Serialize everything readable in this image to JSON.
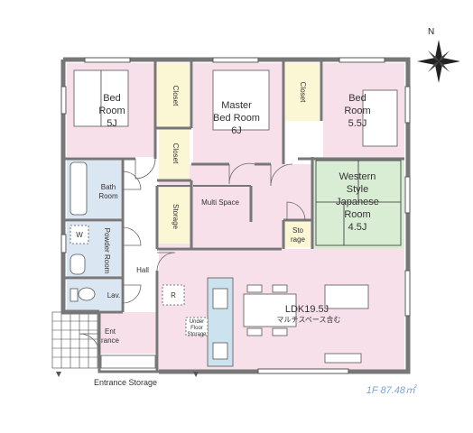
{
  "rooms": {
    "bed_left": {
      "line1": "Bed",
      "line2": "Room",
      "line3": "5J"
    },
    "closet_1": "Closet",
    "master": {
      "line1": "Master",
      "line2": "Bed Room",
      "line3": "6J"
    },
    "closet_2": "Closet",
    "bed_right": {
      "line1": "Bed",
      "line2": "Room",
      "line3": "5.5J"
    },
    "closet_3": "Closet",
    "bath": {
      "line1": "Bath",
      "line2": "Room"
    },
    "multi_space": "Multi Space",
    "storage": "Storage",
    "japanese": {
      "line1": "Western",
      "line2": "Style",
      "line3": "Japanese",
      "line4": "Room",
      "line5": "4.5J"
    },
    "sto_rage": {
      "line1": "Sto",
      "line2": "rage"
    },
    "washer": "W",
    "powder": "Powder Room",
    "hall": "Hall",
    "lav": "Lav.",
    "refrigerator": "R",
    "ldk": {
      "line1": "LDK19.5J",
      "line2": "マルチスペース含む"
    },
    "under_floor": {
      "line1": "Under",
      "line2": "Floor",
      "line3": "Storage"
    },
    "entrance": {
      "line1": "Ent",
      "line2": "rance"
    },
    "entrance_storage": "Entrance Storage"
  },
  "compass": {
    "north": "N"
  },
  "footer": {
    "floor_area": "1F 87.48㎡",
    "color": "#7aa6d6"
  },
  "colors": {
    "pink": "#f7e0ea",
    "green": "#d9ecd4",
    "blue": "#dbe6f3",
    "yellow": "#fbf6d4",
    "wall": "#777777"
  }
}
